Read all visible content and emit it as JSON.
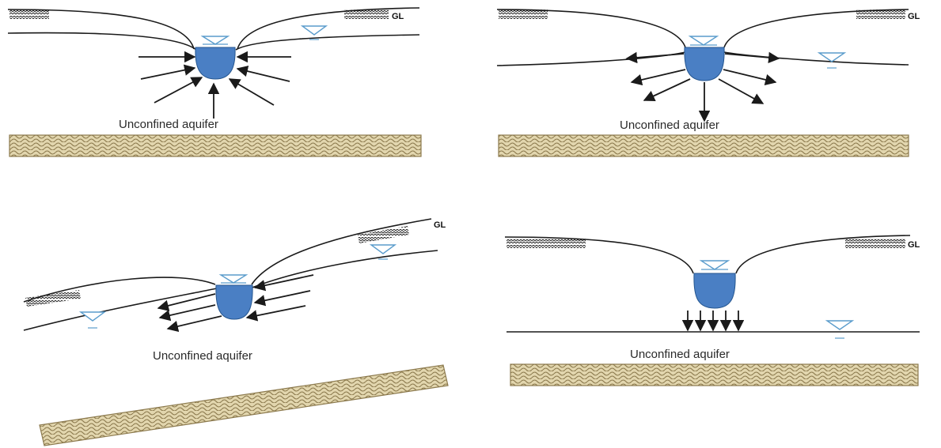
{
  "panels": [
    {
      "aquifer_label": "Unconfined aquifer",
      "gl_label": "GL"
    },
    {
      "aquifer_label": "Unconfined aquifer",
      "gl_label": "GL"
    },
    {
      "aquifer_label": "Unconfined aquifer",
      "gl_label": "GL"
    },
    {
      "aquifer_label": "Unconfined aquifer",
      "gl_label": "GL"
    }
  ],
  "colors": {
    "water": "#4a7fc4",
    "water_edge": "#25568f",
    "bedrock_fill": "#e2d6ae",
    "bedrock_line": "#8c7a4e",
    "water_table_symbol": "#5a9ccc",
    "line": "#1a1a1a"
  }
}
